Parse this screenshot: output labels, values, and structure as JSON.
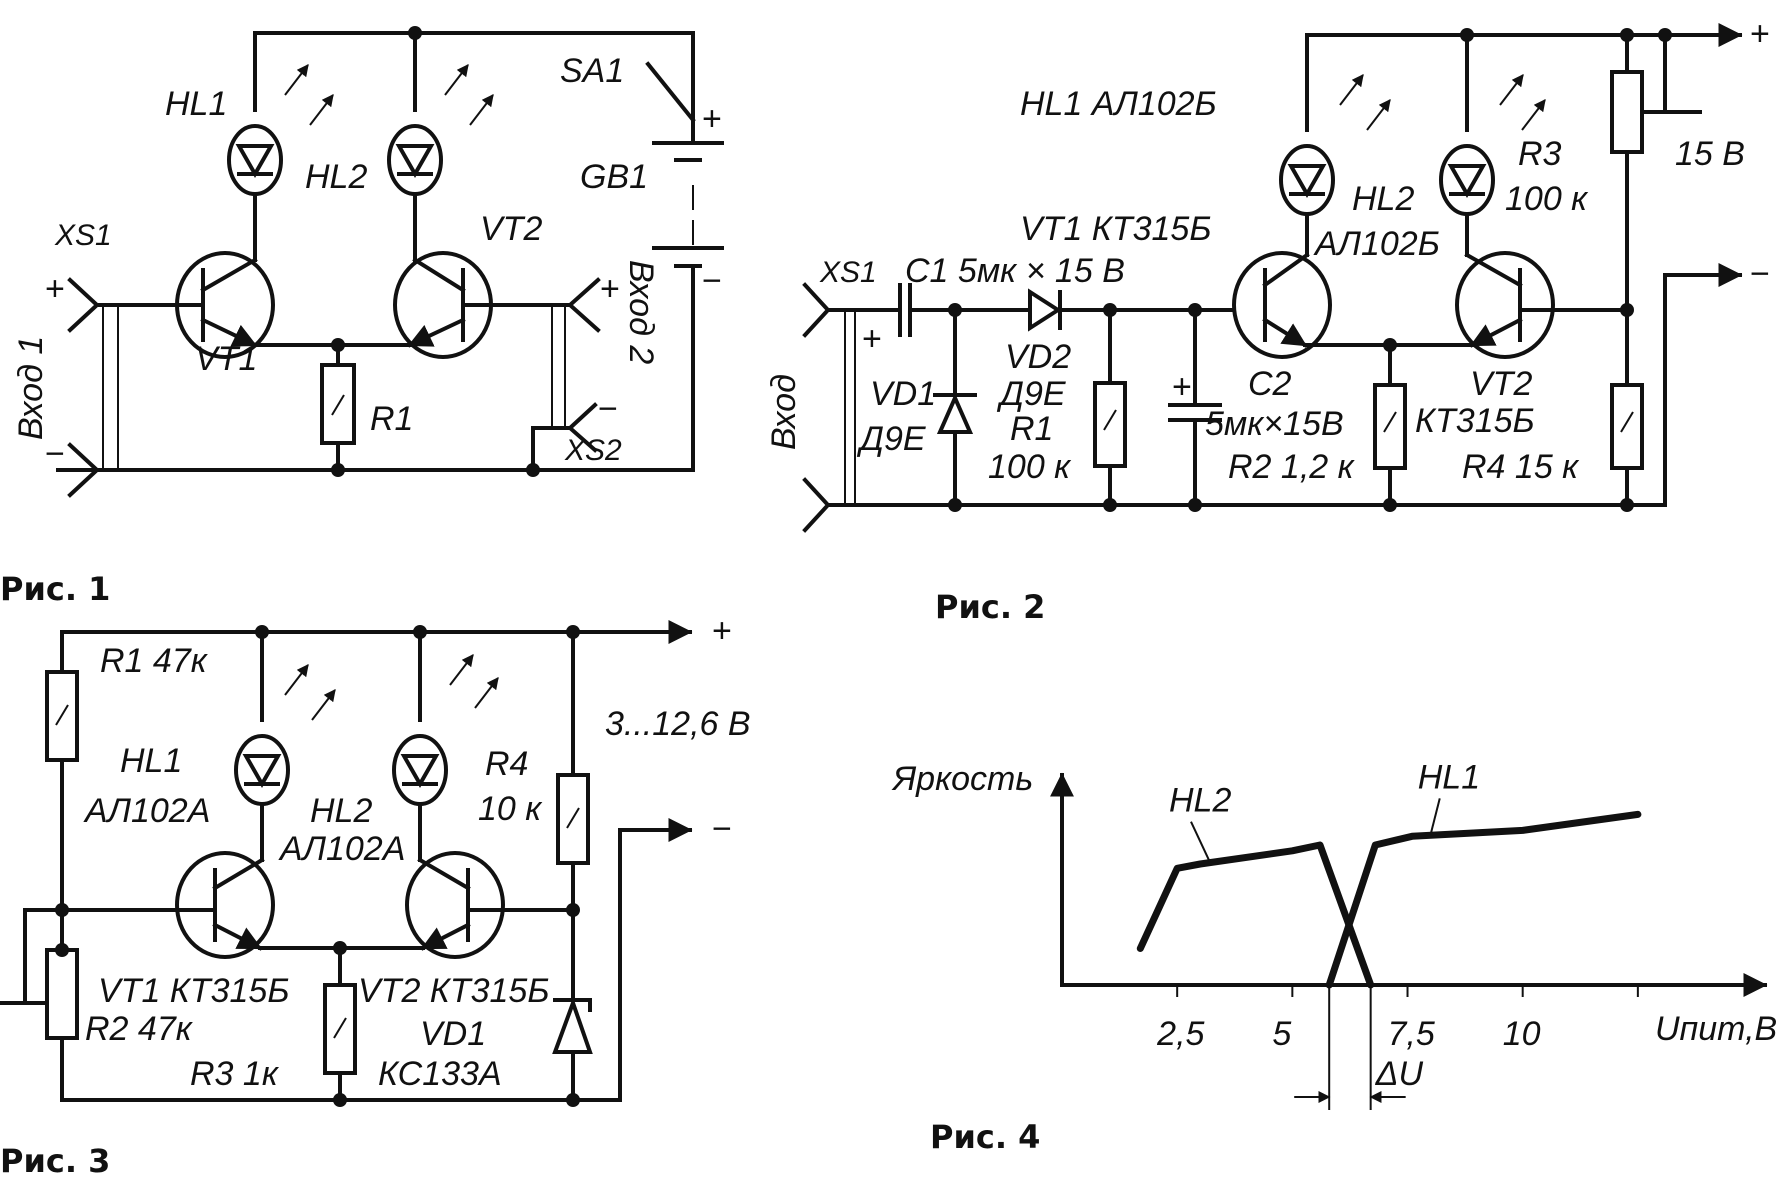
{
  "figures": {
    "fig1": {
      "caption": "Рис. 1",
      "labels": {
        "hl1": "HL1",
        "hl2": "HL2",
        "vt1": "VT1",
        "vt2": "VT2",
        "r1": "R1",
        "sa1": "SA1",
        "gb1": "GB1",
        "xs1": "XS1",
        "xs2": "XS2",
        "input1": "Вход 1",
        "input2": "Вход 2",
        "plus": "+",
        "minus": "−"
      }
    },
    "fig2": {
      "caption": "Рис. 2",
      "labels": {
        "hl1": "HL1  АЛ102Б",
        "hl2": "HL2",
        "hl2_type": "АЛ102Б",
        "vt1": "VT1  КТ315Б",
        "vt2": "VT2",
        "vt2_type": "КТ315Б",
        "c1": "C1  5мк × 15 В",
        "c2": "C2",
        "c2_value": "5мк×15В",
        "vd1": "VD1",
        "vd1_type": "Д9Е",
        "vd2": "VD2",
        "vd2_type": "Д9Е",
        "r1": "R1",
        "r1_value": "100 к",
        "r2": "R2  1,2 к",
        "r3": "R3",
        "r3_value": "100 к",
        "r4": "R4  15 к",
        "xs1": "XS1",
        "input": "Вход",
        "supply": "15 В",
        "plus": "+",
        "minus": "−"
      }
    },
    "fig3": {
      "caption": "Рис. 3",
      "labels": {
        "r1": "R1  47к",
        "hl1": "HL1",
        "hl1_type": "АЛ102А",
        "hl2": "HL2",
        "hl2_type": "АЛ102А",
        "r4": "R4",
        "r4_value": "10 к",
        "vt1": "VT1  КТ315Б",
        "vt2": "VT2  КТ315Б",
        "r2": "R2  47к",
        "r3": "R3  1к",
        "vd1": "VD1",
        "vd1_type": "КС133А",
        "supply": "3...12,6 В",
        "plus": "+",
        "minus": "−"
      }
    },
    "fig4": {
      "caption": "Рис. 4",
      "ylabel": "Яркость",
      "xlabel": "Uпит,В",
      "delta": "ΔU",
      "xticks": [
        "2,5",
        "5",
        "7,5",
        "10"
      ],
      "xtick_values": [
        2.5,
        5,
        7.5,
        10
      ],
      "xlim": [
        0,
        14.5
      ],
      "series": [
        {
          "name": "HL2",
          "points": [
            [
              1.7,
              0.25
            ],
            [
              2.5,
              0.8
            ],
            [
              3.0,
              0.83
            ],
            [
              5.0,
              0.92
            ],
            [
              5.6,
              0.96
            ],
            [
              6.7,
              0.0
            ]
          ]
        },
        {
          "name": "HL1",
          "points": [
            [
              5.8,
              0.0
            ],
            [
              6.8,
              0.96
            ],
            [
              7.6,
              1.02
            ],
            [
              10.0,
              1.06
            ],
            [
              12.5,
              1.17
            ]
          ]
        }
      ],
      "delta_range": [
        5.8,
        6.7
      ]
    }
  }
}
